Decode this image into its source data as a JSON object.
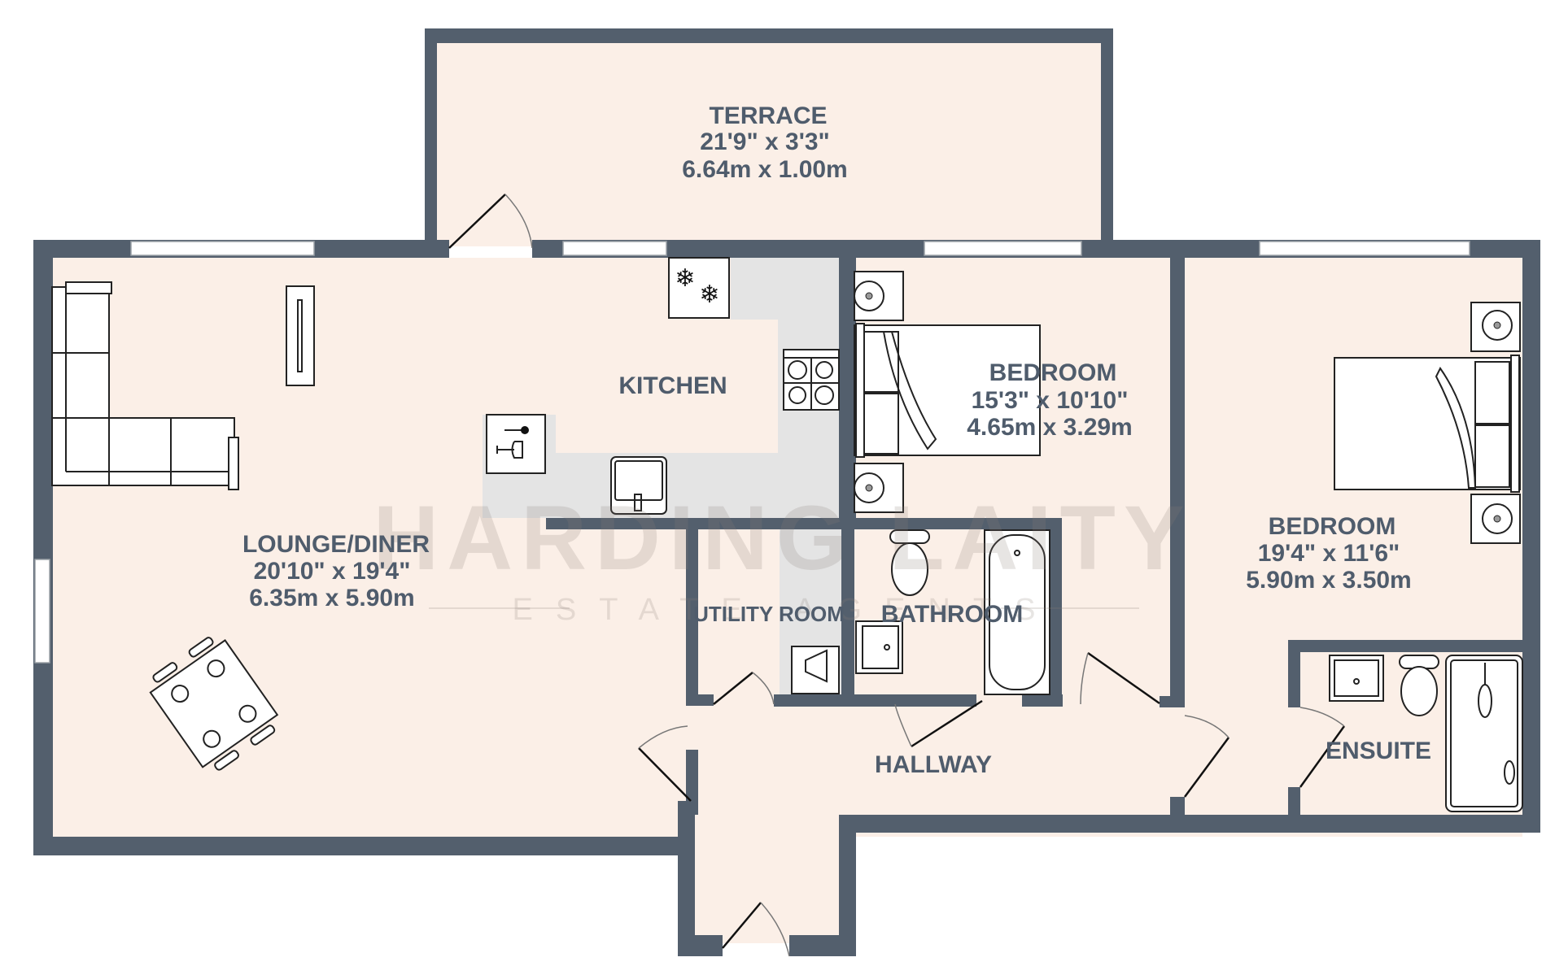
{
  "plan": {
    "type": "floor_plan",
    "colors": {
      "floor": "#FBEFE7",
      "wall": "#535F6D",
      "counter": "#E4E4E4",
      "label": "#4F5C6C"
    },
    "rooms": {
      "terrace": {
        "name": "TERRACE",
        "imperial": "21'9\"  x 3'3\"",
        "metric": "6.64m  x 1.00m"
      },
      "kitchen": {
        "name": "KITCHEN"
      },
      "bedroom1": {
        "name": "BEDROOM",
        "imperial": "15'3\"  x 10'10\"",
        "metric": "4.65m  x 3.29m"
      },
      "bedroom2": {
        "name": "BEDROOM",
        "imperial": "19'4\"  x 11'6\"",
        "metric": "5.90m  x 3.50m"
      },
      "lounge": {
        "name": "LOUNGE/DINER",
        "imperial": "20'10\"  x 19'4\"",
        "metric": "6.35m  x 5.90m"
      },
      "utility": {
        "name": "UTILITY ROOM"
      },
      "bathroom": {
        "name": "BATHROOM"
      },
      "hallway": {
        "name": "HALLWAY"
      },
      "ensuite": {
        "name": "ENSUITE"
      }
    },
    "watermark": {
      "brand": "HARDING LAITY",
      "subtitle": "ESTATE AGENTS"
    }
  }
}
